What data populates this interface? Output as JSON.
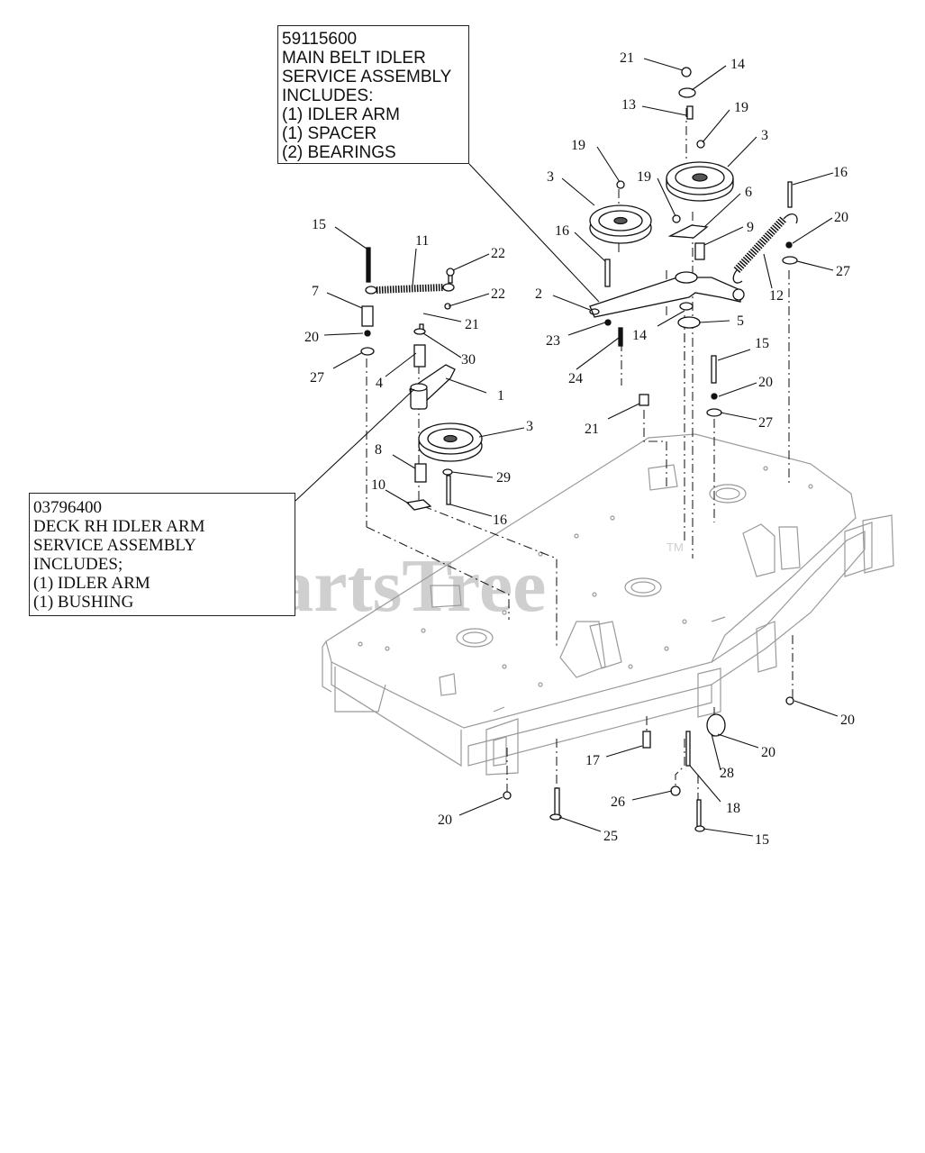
{
  "callouts": {
    "main_belt": {
      "lines": [
        "59115600",
        "MAIN BELT IDLER",
        "SERVICE ASSEMBLY",
        "INCLUDES:",
        "(1) IDLER ARM",
        "(1) SPACER",
        "(2) BEARINGS"
      ]
    },
    "deck_rh": {
      "lines": [
        "03796400",
        "DECK RH IDLER ARM",
        "SERVICE ASSEMBLY",
        "INCLUDES;",
        "(1) IDLER ARM",
        "(1) BUSHING"
      ]
    }
  },
  "watermark": {
    "text": "PartsTree",
    "tm": "TM"
  },
  "part_labels": [
    "21",
    "14",
    "13",
    "19",
    "3",
    "19",
    "3",
    "19",
    "6",
    "16",
    "20",
    "9",
    "16",
    "15",
    "11",
    "22",
    "7",
    "22",
    "21",
    "2",
    "27",
    "12",
    "5",
    "14",
    "20",
    "23",
    "24",
    "30",
    "27",
    "4",
    "1",
    "15",
    "20",
    "21",
    "27",
    "3",
    "8",
    "29",
    "10",
    "16",
    "20",
    "17",
    "28",
    "20",
    "26",
    "18",
    "20",
    "25",
    "15"
  ]
}
